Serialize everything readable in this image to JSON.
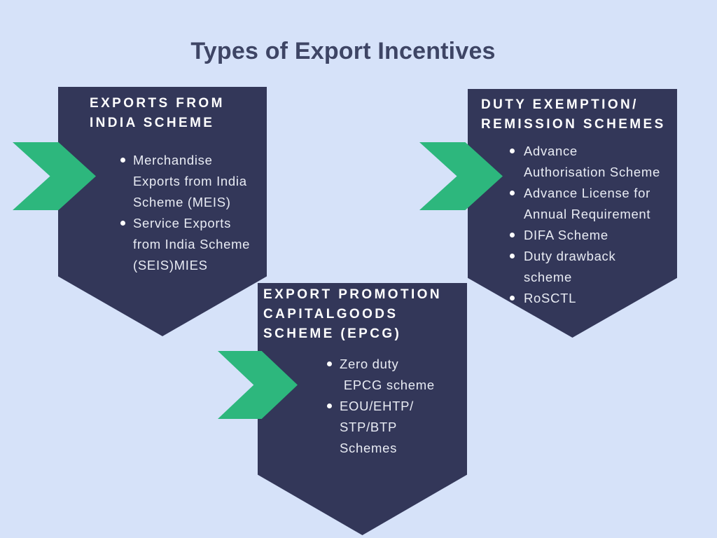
{
  "title": "Types of Export Incentives",
  "colors": {
    "background": "#d6e2f9",
    "box_fill": "#333759",
    "chevron": "#2db77d",
    "title_text": "#3e4565",
    "heading_text": "#ffffff",
    "body_text": "#e9ecf4"
  },
  "boxes": [
    {
      "name": "exports-from-india-scheme",
      "heading": "EXPORTS FROM\nINDIA SCHEME",
      "bullets": [
        "Merchandise\nExports from India\nScheme (MEIS)",
        "Service Exports\nfrom India Scheme\n(SEIS)MIES"
      ]
    },
    {
      "name": "duty-exemption-remission-schemes",
      "heading": "DUTY EXEMPTION/\nREMISSION SCHEMES",
      "bullets": [
        "Advance\nAuthorisation Scheme",
        "Advance License for\nAnnual Requirement",
        "DIFA Scheme",
        "Duty drawback\nscheme",
        "RoSCTL"
      ]
    },
    {
      "name": "export-promotion-capital-goods-scheme",
      "heading": "EXPORT PROMOTION\nCAPITALGOODS\nSCHEME (EPCG)",
      "bullets": [
        "Zero duty\n EPCG scheme",
        "EOU/EHTP/\nSTP/BTP\nSchemes"
      ]
    }
  ]
}
